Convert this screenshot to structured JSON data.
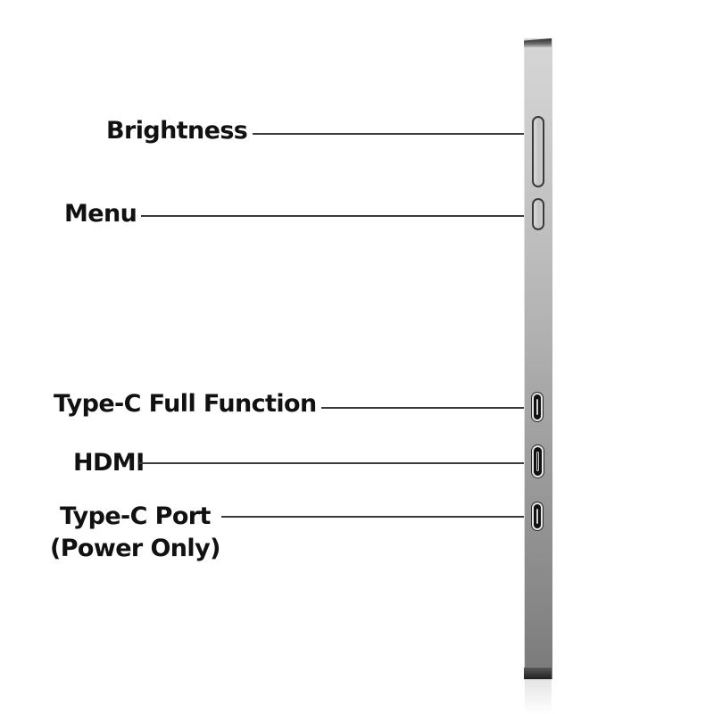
{
  "diagram": {
    "subject": "portable monitor side view",
    "labels": [
      {
        "id": "brightness",
        "text": "Brightness",
        "points_to": "brightness-rocker"
      },
      {
        "id": "menu",
        "text": "Menu",
        "points_to": "menu-button"
      },
      {
        "id": "type-c-full",
        "text": "Type-C Full Function",
        "points_to": "type-c-full-function-port"
      },
      {
        "id": "hdmi",
        "text": "HDMI",
        "points_to": "hdmi-port"
      },
      {
        "id": "type-c-power",
        "text_line1": "Type-C Port",
        "text_line2": "(Power Only)",
        "points_to": "type-c-power-port"
      }
    ],
    "colors": {
      "background": "#ffffff",
      "label_text": "#111111",
      "leader_line": "#3a3a3a",
      "device_body_top": "#d6d6d6",
      "device_body_bottom": "#7a7a7a"
    }
  }
}
